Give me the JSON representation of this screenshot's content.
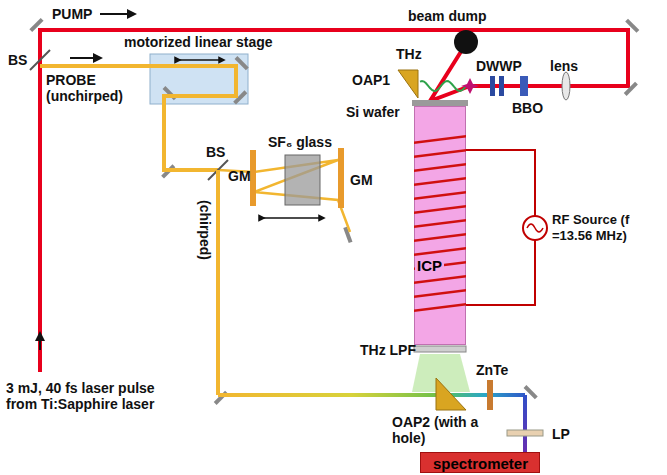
{
  "diagram": {
    "nodes": [
      {
        "text": [
          "ICP"
        ]
      },
      {
        "text": [
          "spectrometer"
        ]
      }
    ],
    "labels": [
      "PUMP",
      "BS",
      "PROBE (unchirped)",
      "motorized linear stage",
      "beam dump",
      "OAP1",
      "THz",
      "DWWP",
      "BBO",
      "lens",
      "Si wafer",
      "SF₆ glass",
      "GM",
      "GM",
      "BS",
      "(chirped)",
      "RF Source (f =13.56 MHz)",
      "3 mJ, 40 fs laser pulse from Ti:Sapphire laser",
      "THz LPF",
      "ZnTe",
      "OAP2 (with a hole)",
      "LP"
    ]
  }
}
